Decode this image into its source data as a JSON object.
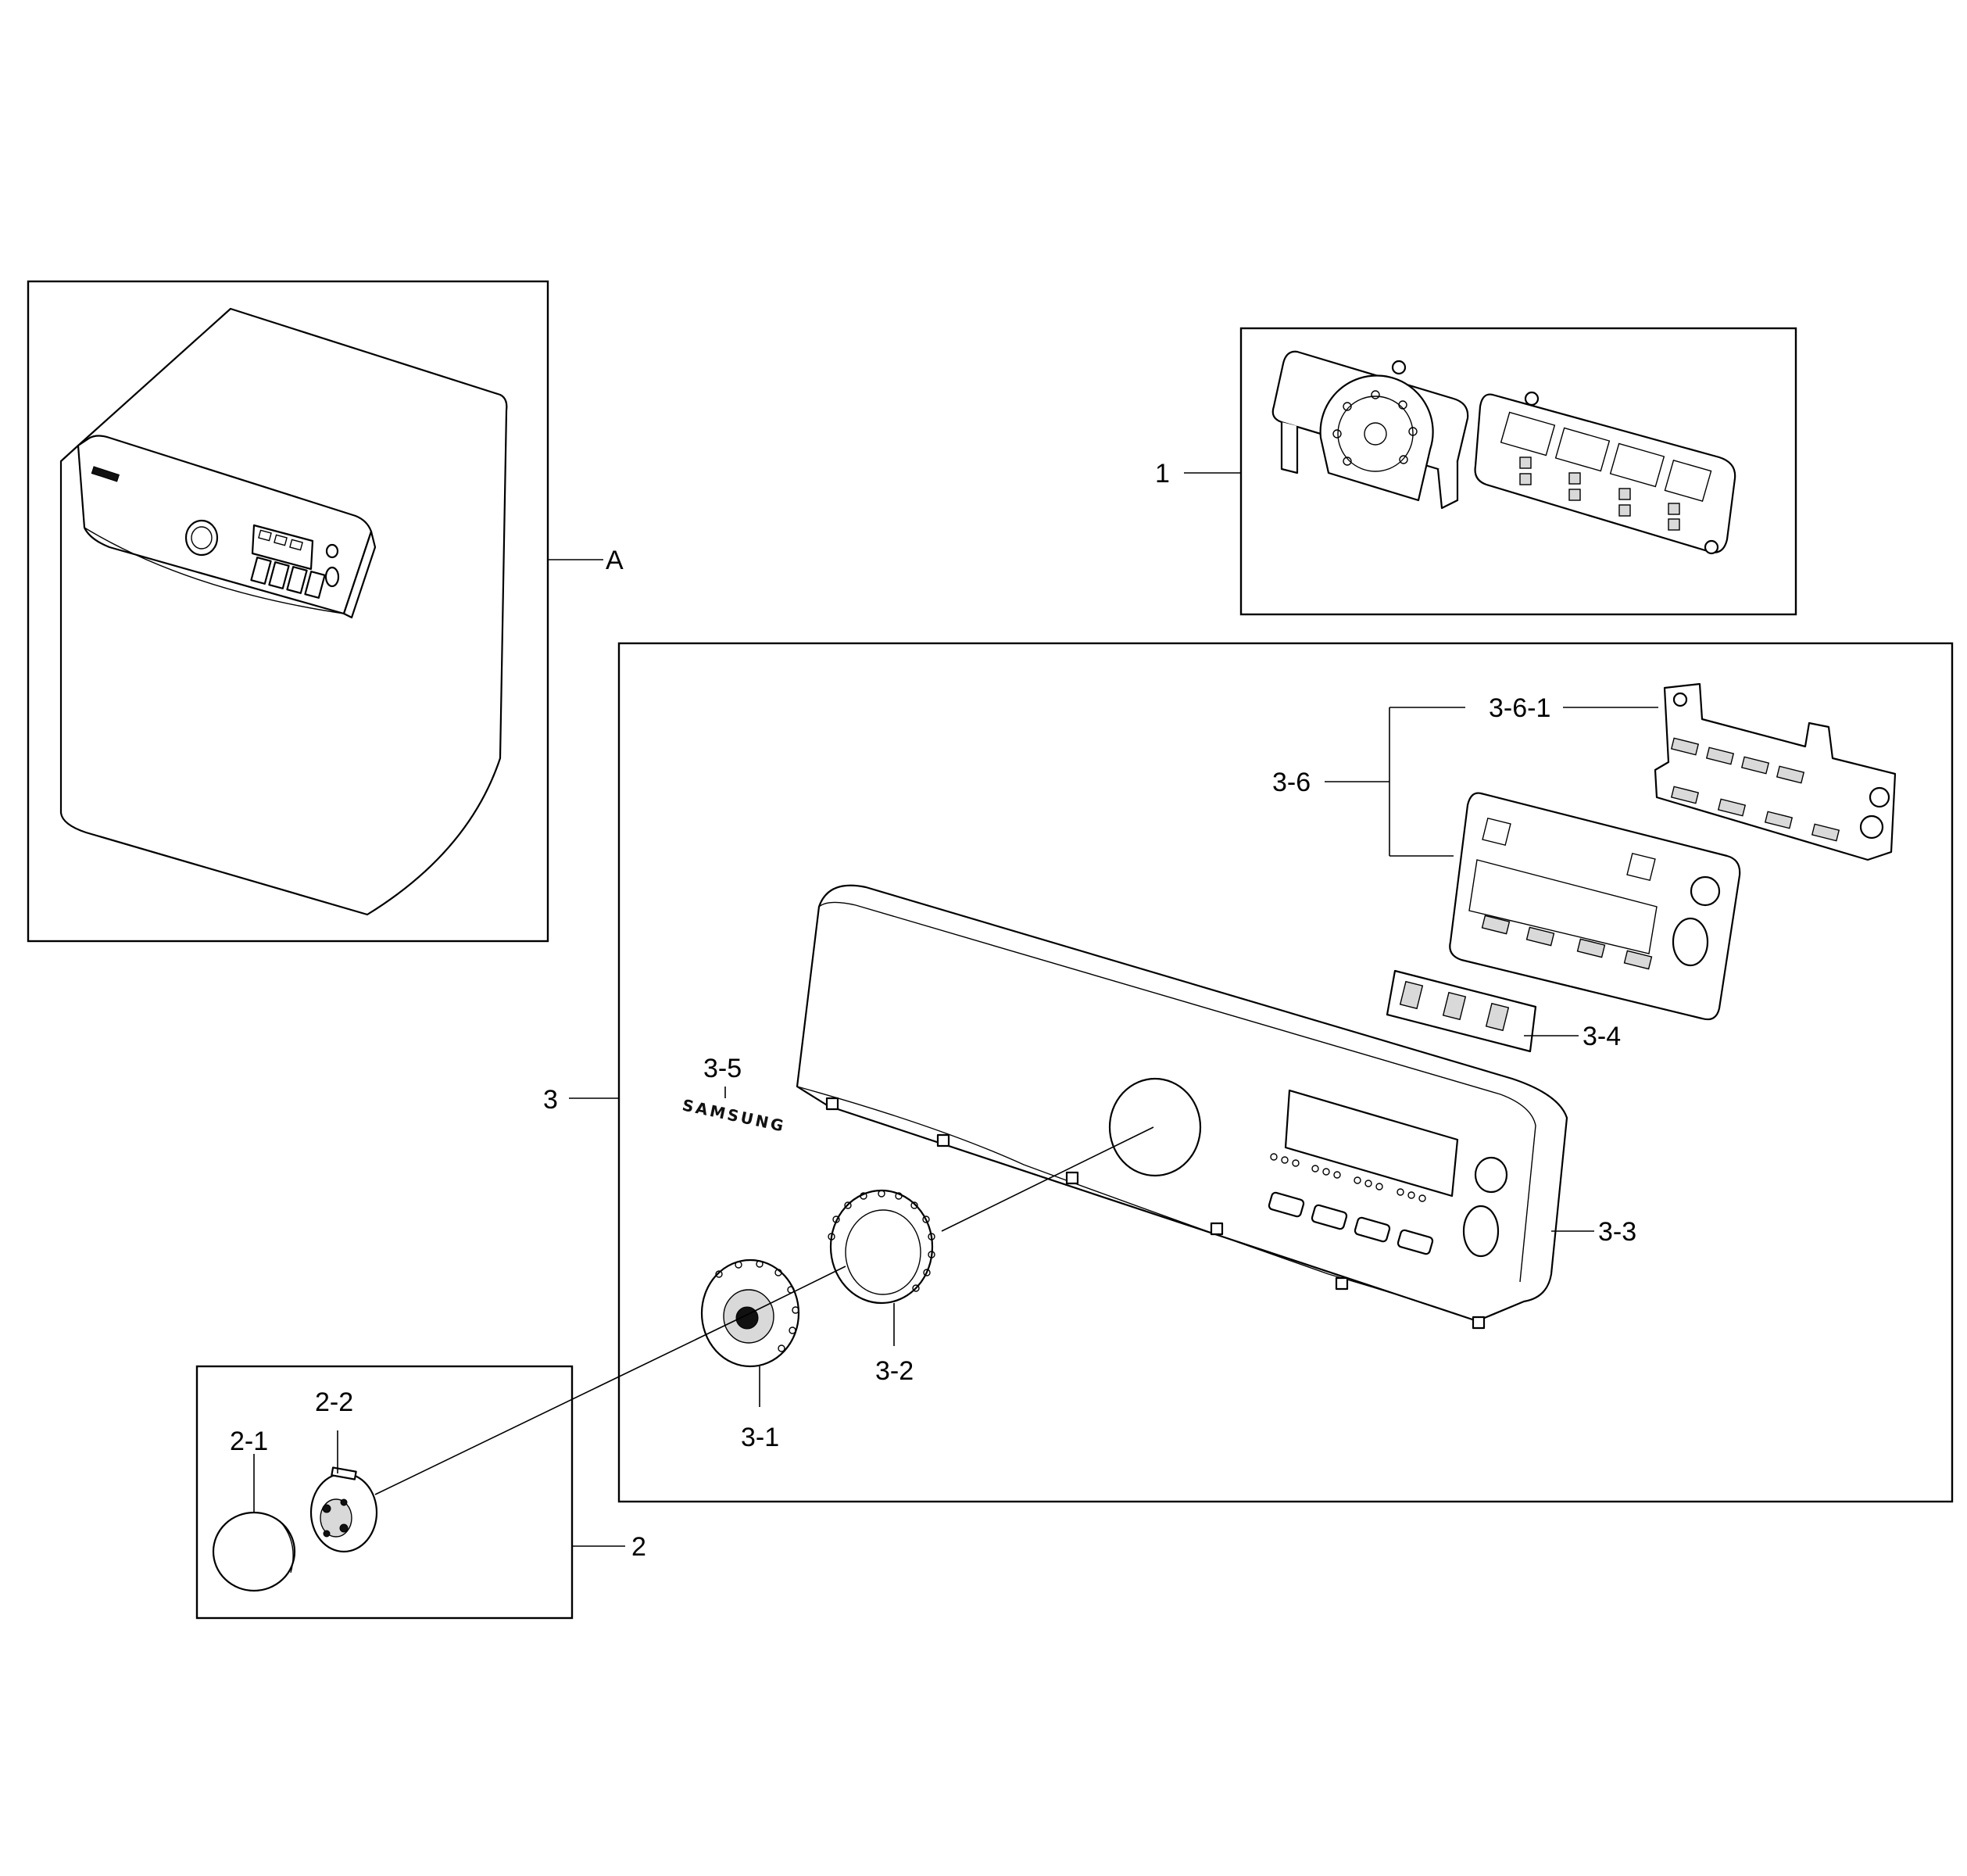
{
  "labels": {
    "assembly_a": "A",
    "part_1": "1",
    "part_2": "2",
    "part_2_1": "2-1",
    "part_2_2": "2-2",
    "part_3": "3",
    "part_3_1": "3-1",
    "part_3_2": "3-2",
    "part_3_3": "3-3",
    "part_3_4": "3-4",
    "part_3_5": "3-5",
    "part_3_6": "3-6",
    "part_3_6_1": "3-6-1"
  },
  "logo_text": "SAMSUNG"
}
